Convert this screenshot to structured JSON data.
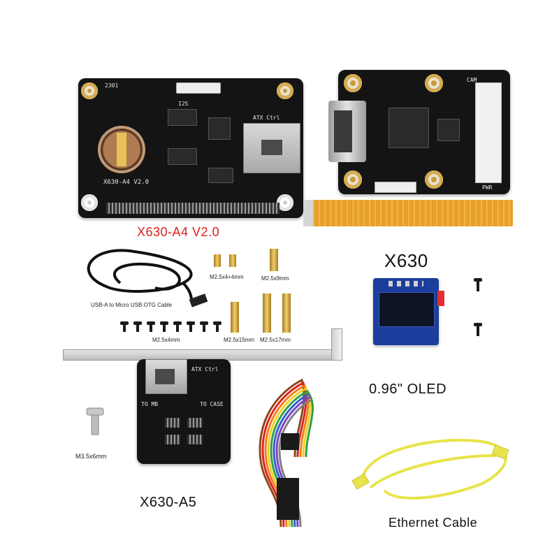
{
  "labels": {
    "x630_a4": "X630-A4 V2.0",
    "x630": "X630",
    "oled": "0.96\" OLED",
    "x630_a5": "X630-A5",
    "ethernet": "Ethernet Cable",
    "usb_cable": "USB-A to Micro USB OTG Cable",
    "m25x4x4": "M2.5x4+4mm",
    "m25x9": "M2.5x9mm",
    "m25x4": "M2.5x4mm",
    "m25x15": "M2.5x15mm",
    "m25x17": "M2.5x17mm",
    "m35x6": "M3.5x6mm"
  },
  "silkscreen": {
    "a4_model": "X630-A4 V2.0",
    "a4_i2s": "I2S",
    "a4_atx": "ATX Ctrl",
    "a4_code": "2301",
    "x630_cam": "CAM",
    "x630_pwr": "PWR",
    "a5_atx": "ATX Ctrl",
    "a5_case": "TO CASE",
    "a5_mb": "TO MB"
  },
  "colors": {
    "title_red": "#d8201c",
    "pcb_black": "#141414",
    "mount_gold": "#c89a3c",
    "ffc_orange": "#e9a02a",
    "ethernet_yellow": "#e8e44a",
    "oled_blue": "#1b3d9c",
    "brass": "#d9a63a"
  }
}
